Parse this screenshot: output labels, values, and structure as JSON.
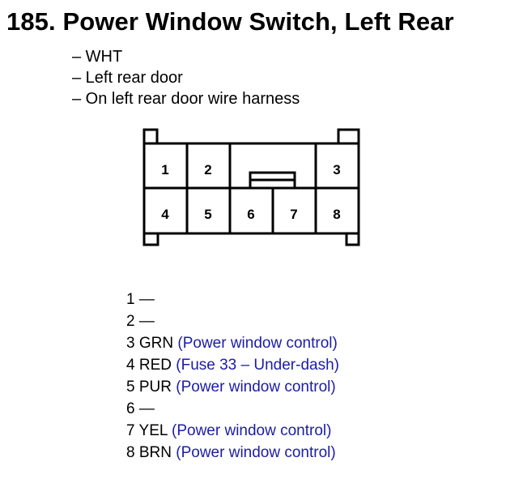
{
  "title": "185. Power Window Switch, Left Rear",
  "details": [
    "– WHT",
    "– Left rear door",
    "– On left rear door wire harness"
  ],
  "connector": {
    "cavities": [
      "1",
      "2",
      "3",
      "4",
      "5",
      "6",
      "7",
      "8"
    ]
  },
  "pins": [
    {
      "num": "1",
      "color": "—",
      "desc": ""
    },
    {
      "num": "2",
      "color": "—",
      "desc": ""
    },
    {
      "num": "3",
      "color": "GRN",
      "desc": "(Power window control)"
    },
    {
      "num": "4",
      "color": "RED",
      "desc": "(Fuse 33 – Under-dash)"
    },
    {
      "num": "5",
      "color": "PUR",
      "desc": "(Power window control)"
    },
    {
      "num": "6",
      "color": "—",
      "desc": ""
    },
    {
      "num": "7",
      "color": "YEL",
      "desc": "(Power window control)"
    },
    {
      "num": "8",
      "color": "BRN",
      "desc": "(Power window control)"
    }
  ],
  "colors": {
    "text": "#000000",
    "link_blue": "#1c1ca6"
  }
}
